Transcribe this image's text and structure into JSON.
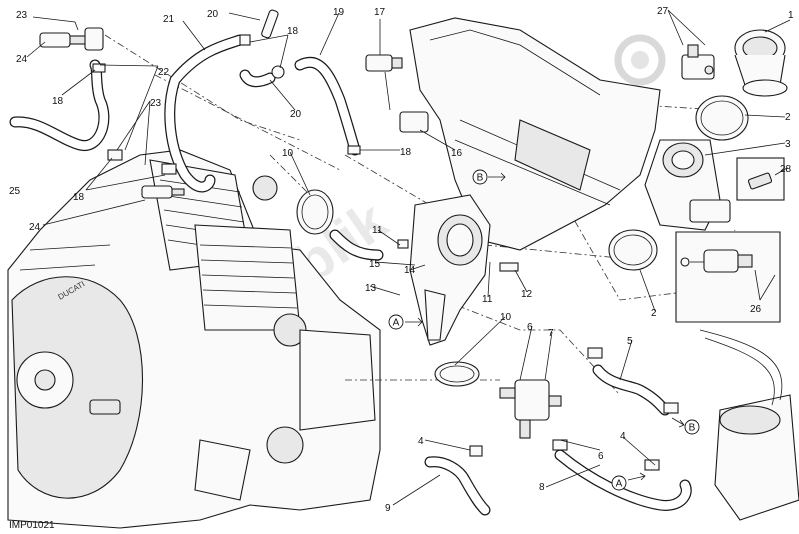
{
  "drawing_code": "IMP01021",
  "watermark_text": "Parts Republik",
  "callouts": [
    {
      "id": "c23a",
      "label": "23"
    },
    {
      "id": "c24a",
      "label": "24"
    },
    {
      "id": "c18a",
      "label": "18"
    },
    {
      "id": "c22",
      "label": "22"
    },
    {
      "id": "c25",
      "label": "25"
    },
    {
      "id": "c23b",
      "label": "23"
    },
    {
      "id": "c18b",
      "label": "18"
    },
    {
      "id": "c24b",
      "label": "24"
    },
    {
      "id": "c21",
      "label": "21"
    },
    {
      "id": "c20a",
      "label": "20"
    },
    {
      "id": "c18c",
      "label": "18"
    },
    {
      "id": "c20b",
      "label": "20"
    },
    {
      "id": "c19",
      "label": "19"
    },
    {
      "id": "c17",
      "label": "17"
    },
    {
      "id": "c18d",
      "label": "18"
    },
    {
      "id": "c16",
      "label": "16"
    },
    {
      "id": "c10a",
      "label": "10"
    },
    {
      "id": "c11a",
      "label": "11"
    },
    {
      "id": "c15",
      "label": "15"
    },
    {
      "id": "c14",
      "label": "14"
    },
    {
      "id": "c13",
      "label": "13"
    },
    {
      "id": "c11b",
      "label": "11"
    },
    {
      "id": "c12",
      "label": "12"
    },
    {
      "id": "c10b",
      "label": "10"
    },
    {
      "id": "c27",
      "label": "27"
    },
    {
      "id": "c1",
      "label": "1"
    },
    {
      "id": "c2a",
      "label": "2"
    },
    {
      "id": "c3",
      "label": "3"
    },
    {
      "id": "c28",
      "label": "28"
    },
    {
      "id": "c2b",
      "label": "2"
    },
    {
      "id": "c26",
      "label": "26"
    },
    {
      "id": "c6a",
      "label": "6"
    },
    {
      "id": "c7",
      "label": "7"
    },
    {
      "id": "c5",
      "label": "5"
    },
    {
      "id": "c6b",
      "label": "6"
    },
    {
      "id": "c4a",
      "label": "4"
    },
    {
      "id": "c4b",
      "label": "4"
    },
    {
      "id": "c9",
      "label": "9"
    },
    {
      "id": "c8",
      "label": "8"
    }
  ],
  "ref_markers": [
    {
      "id": "rA1",
      "label": "A"
    },
    {
      "id": "rB1",
      "label": "B"
    },
    {
      "id": "rB2",
      "label": "B"
    },
    {
      "id": "rA2",
      "label": "A"
    }
  ]
}
